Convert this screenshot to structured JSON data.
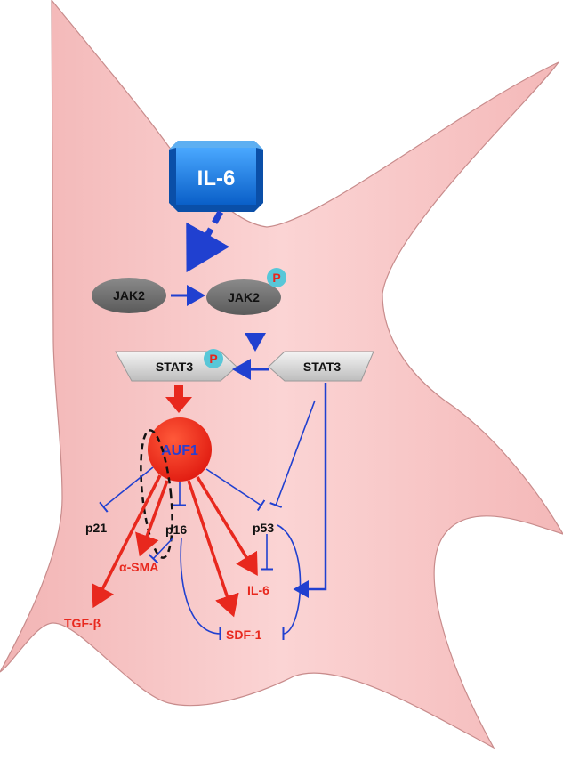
{
  "stimulus": {
    "label": "IL-6"
  },
  "kinases": [
    {
      "label": "JAK2",
      "phospho": false
    },
    {
      "label": "JAK2",
      "phospho": true
    }
  ],
  "transcription_factors": [
    {
      "label": "STAT3",
      "phospho": true
    },
    {
      "label": "STAT3",
      "phospho": false
    }
  ],
  "hub": {
    "label": "AUF1"
  },
  "phospho_mark": "P",
  "targets": {
    "p21": "p21",
    "p16": "p16",
    "p53": "p53",
    "alpha_sma": "α-SMA",
    "tgf_beta": "TGF-β",
    "il6": "IL-6",
    "sdf1": "SDF-1"
  },
  "colors": {
    "cell_fill": "#f7c4c4",
    "cell_stroke": "#c88c8c",
    "activation_red": "#e8281e",
    "inhibition_blue": "#2040d0",
    "il6_box": "#1a7fe8",
    "phospho_badge": "#58c7d8"
  }
}
